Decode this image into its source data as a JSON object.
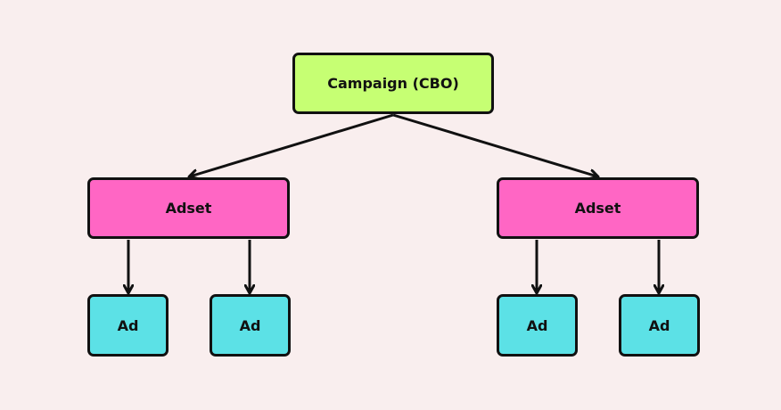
{
  "diagram": {
    "root": {
      "label": "Campaign (CBO)"
    },
    "adsets": [
      {
        "label": "Adset",
        "ads": [
          {
            "label": "Ad"
          },
          {
            "label": "Ad"
          }
        ]
      },
      {
        "label": "Adset",
        "ads": [
          {
            "label": "Ad"
          },
          {
            "label": "Ad"
          }
        ]
      }
    ]
  },
  "colors": {
    "background": "#f9eeee",
    "campaign_fill": "#c6ff73",
    "adset_fill": "#ff66c4",
    "ad_fill": "#5ce1e6",
    "stroke": "#111111"
  }
}
